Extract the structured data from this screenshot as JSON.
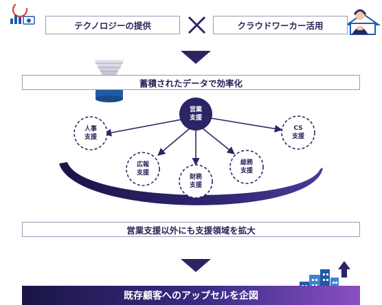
{
  "top": {
    "technology_label": "テクノロジーの提供",
    "cross_symbol": "×",
    "crowdworker_label": "クラウドワーカー活用"
  },
  "middle": {
    "data_efficiency_label": "蓄積されたデータで効率化",
    "center_node": {
      "line1": "営業",
      "line2": "支援"
    },
    "nodes": [
      {
        "line1": "人事",
        "line2": "支援"
      },
      {
        "line1": "広報",
        "line2": "支援"
      },
      {
        "line1": "財務",
        "line2": "支援"
      },
      {
        "line1": "総務",
        "line2": "支援"
      },
      {
        "line1": "CS",
        "line2": "支援"
      }
    ],
    "expansion_label": "営業支援以外にも支援領域を拡大"
  },
  "bottom": {
    "plan_label": "既存顧客へのアップセルを企図"
  },
  "colors": {
    "navy": "#2b2465",
    "border": "#9a98b4",
    "accent_blue": "#1f5aa6",
    "gradient_end": "#8a4fc4"
  },
  "icons": [
    "analytics-icon",
    "cross-icon",
    "operator-icon",
    "funnel-icon",
    "city-growth-icon",
    "down-arrow-icon"
  ]
}
